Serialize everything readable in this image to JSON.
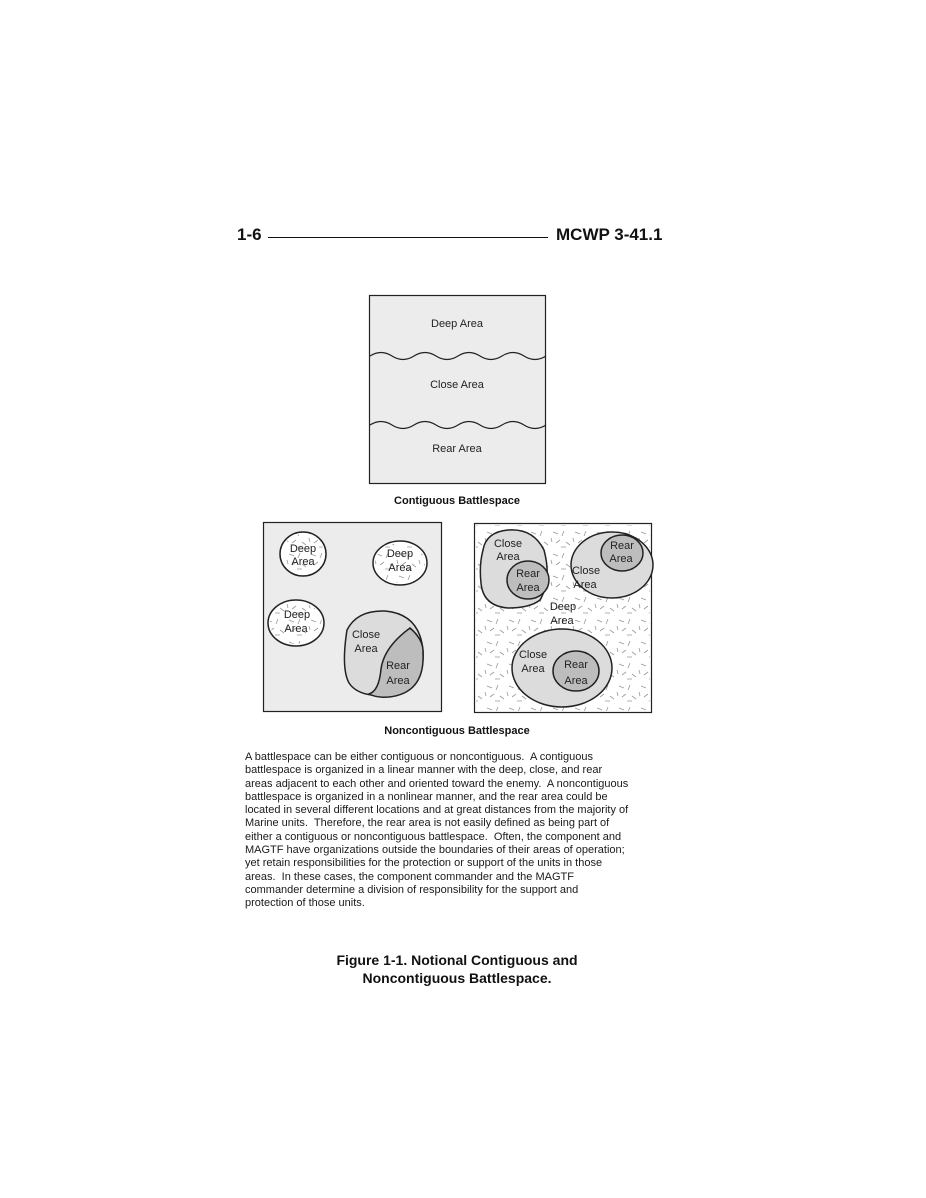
{
  "header": {
    "page_number": "1-6",
    "publication": "MCWP 3-41.1"
  },
  "contiguous": {
    "labels": [
      "Deep Area",
      "Close Area",
      "Rear Area"
    ],
    "caption": "Contiguous Battlespace"
  },
  "noncontiguous": {
    "left_panel": {
      "deep_word": "Deep",
      "close_word": "Close",
      "rear_word": "Rear",
      "area_word": "Area"
    },
    "right_panel": {
      "close_word": "Close",
      "rear_word": "Rear",
      "deep_word": "Deep",
      "area_word": "Area"
    },
    "caption": "Noncontiguous Battlespace"
  },
  "paragraph_lines": [
    "A battlespace can be either contiguous or noncontiguous.  A contiguous",
    "battlespace is organized in a linear manner with the deep, close, and rear",
    "areas adjacent to each other and oriented toward the enemy.  A noncontiguous",
    "battlespace is organized in a nonlinear manner, and the rear area could be",
    "located in several different locations and at great distances from the majority of",
    "Marine units.  Therefore, the rear area is not easily defined as being part of",
    "either a contiguous or noncontiguous battlespace.  Often, the component and",
    "MAGTF have organizations outside the boundaries of their areas of operation;",
    "yet retain responsibilities for the protection or support of the units in those",
    "areas.  In these cases, the component commander and the MAGTF",
    "commander determine a division of responsibility for the support and",
    "protection of those units."
  ],
  "figure_caption": [
    "Figure 1-1. Notional Contiguous and",
    "Noncontiguous Battlespace."
  ],
  "colors": {
    "panel_gray": "#ececec",
    "close_fill": "#dcdcdc",
    "rear_fill": "#bdbdbd"
  }
}
